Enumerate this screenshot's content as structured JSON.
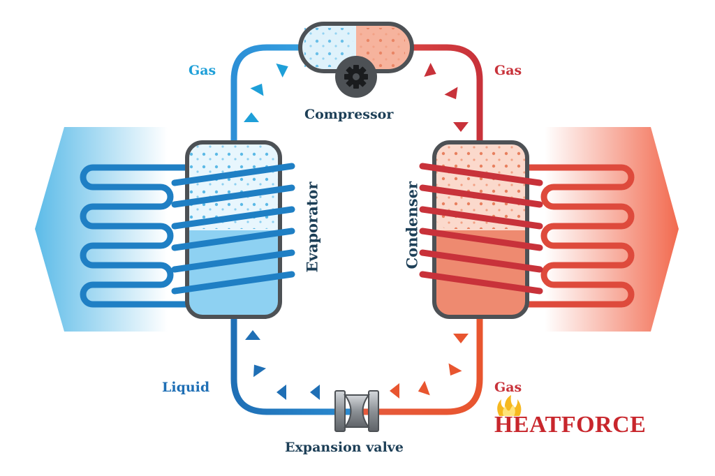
{
  "labels": {
    "gas_left": "Gas",
    "gas_right": "Gas",
    "gas_bottom_right": "Gas",
    "liquid": "Liquid",
    "compressor": "Compressor",
    "evaporator": "Evaporator",
    "condenser": "Condenser",
    "expansion_valve": "Expansion valve"
  },
  "brand": {
    "name": "HEATFORCE"
  },
  "colors": {
    "cold_pipe": "#1f7fc4",
    "hot_pipe": "#c8323a",
    "cold_label": "#1e9fd8",
    "hot_label": "#c8323a",
    "dark_label": "#1d3f57",
    "brand": "#c8262c"
  }
}
